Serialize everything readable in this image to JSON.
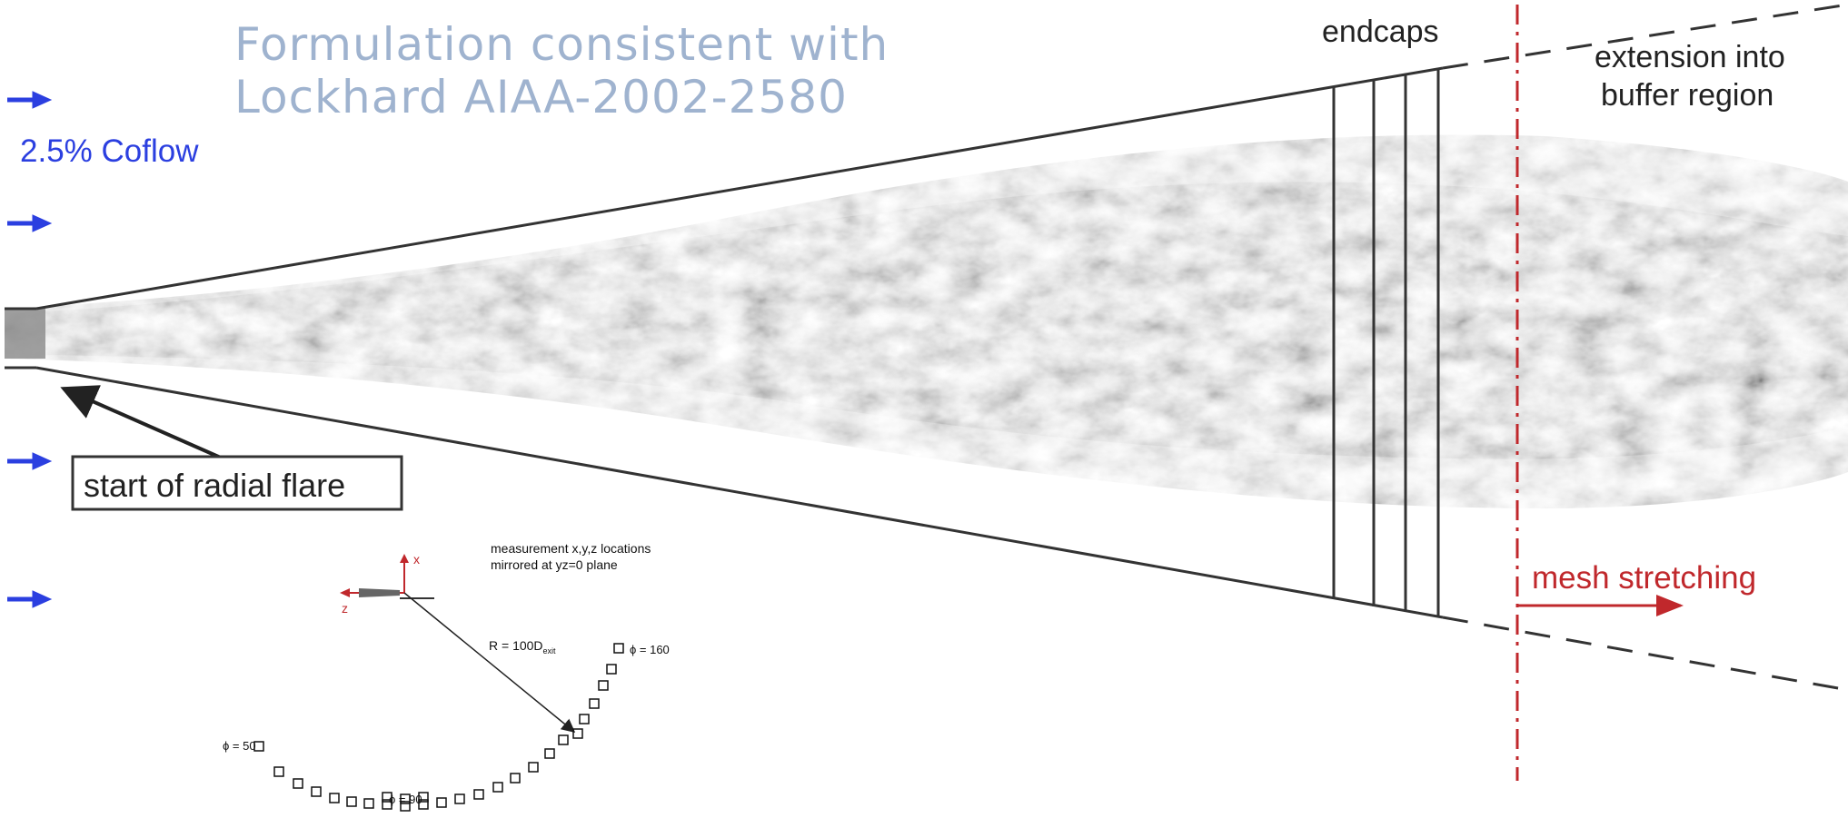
{
  "title": {
    "line1": "Formulation consistent with",
    "line2": "Lockhard  AIAA-2002-2580"
  },
  "labels": {
    "coflow": "2.5% Coflow",
    "endcaps": "endcaps",
    "extension_line1": "extension into",
    "extension_line2": "buffer region",
    "mesh_stretching": "mesh stretching",
    "radial_flare": "start of radial flare"
  },
  "inset": {
    "note_line1": "measurement x,y,z locations",
    "note_line2": "mirrored at yz=0 plane",
    "axis_x": "x",
    "axis_z": "z",
    "radius_text": "R = 100D",
    "radius_sub": "exit",
    "phi_50": "ϕ = 50",
    "phi_90": "ϕ = 90",
    "phi_160": "ϕ = 160"
  },
  "colors": {
    "title": "#9fb3cf",
    "coflow_arrow": "#2b3fe0",
    "mesh_red": "#c0282c",
    "lines": "#333333"
  }
}
